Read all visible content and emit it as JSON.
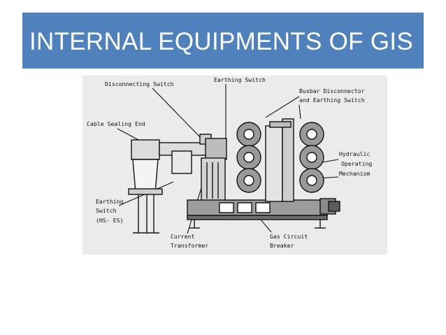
{
  "slide": {
    "title": "INTERNAL EQUIPMENTS OF GIS",
    "accent_color": "#4f81bd"
  },
  "diagram": {
    "labels": {
      "disconnecting_switch": "Disconnecting Switch",
      "earthing_switch_top": "Earthing Switch",
      "busbar_line1": "Busbar Disconnector",
      "busbar_line2": "and Earthing Switch",
      "cable_sealing_end": "Cable Sealing End",
      "hydraulic_line1": "Hydraulic",
      "hydraulic_line2": "Operating",
      "hydraulic_line3": "Mechanism",
      "earthing_switch_left_line1": "Earthing",
      "earthing_switch_left_line2": "Switch",
      "earthing_switch_left_line3": "(HS- ES)",
      "ct_line1": "Current",
      "ct_line2": "Transformer",
      "gcb_line1": "Gas Circuit",
      "gcb_line2": "Breaker"
    }
  }
}
